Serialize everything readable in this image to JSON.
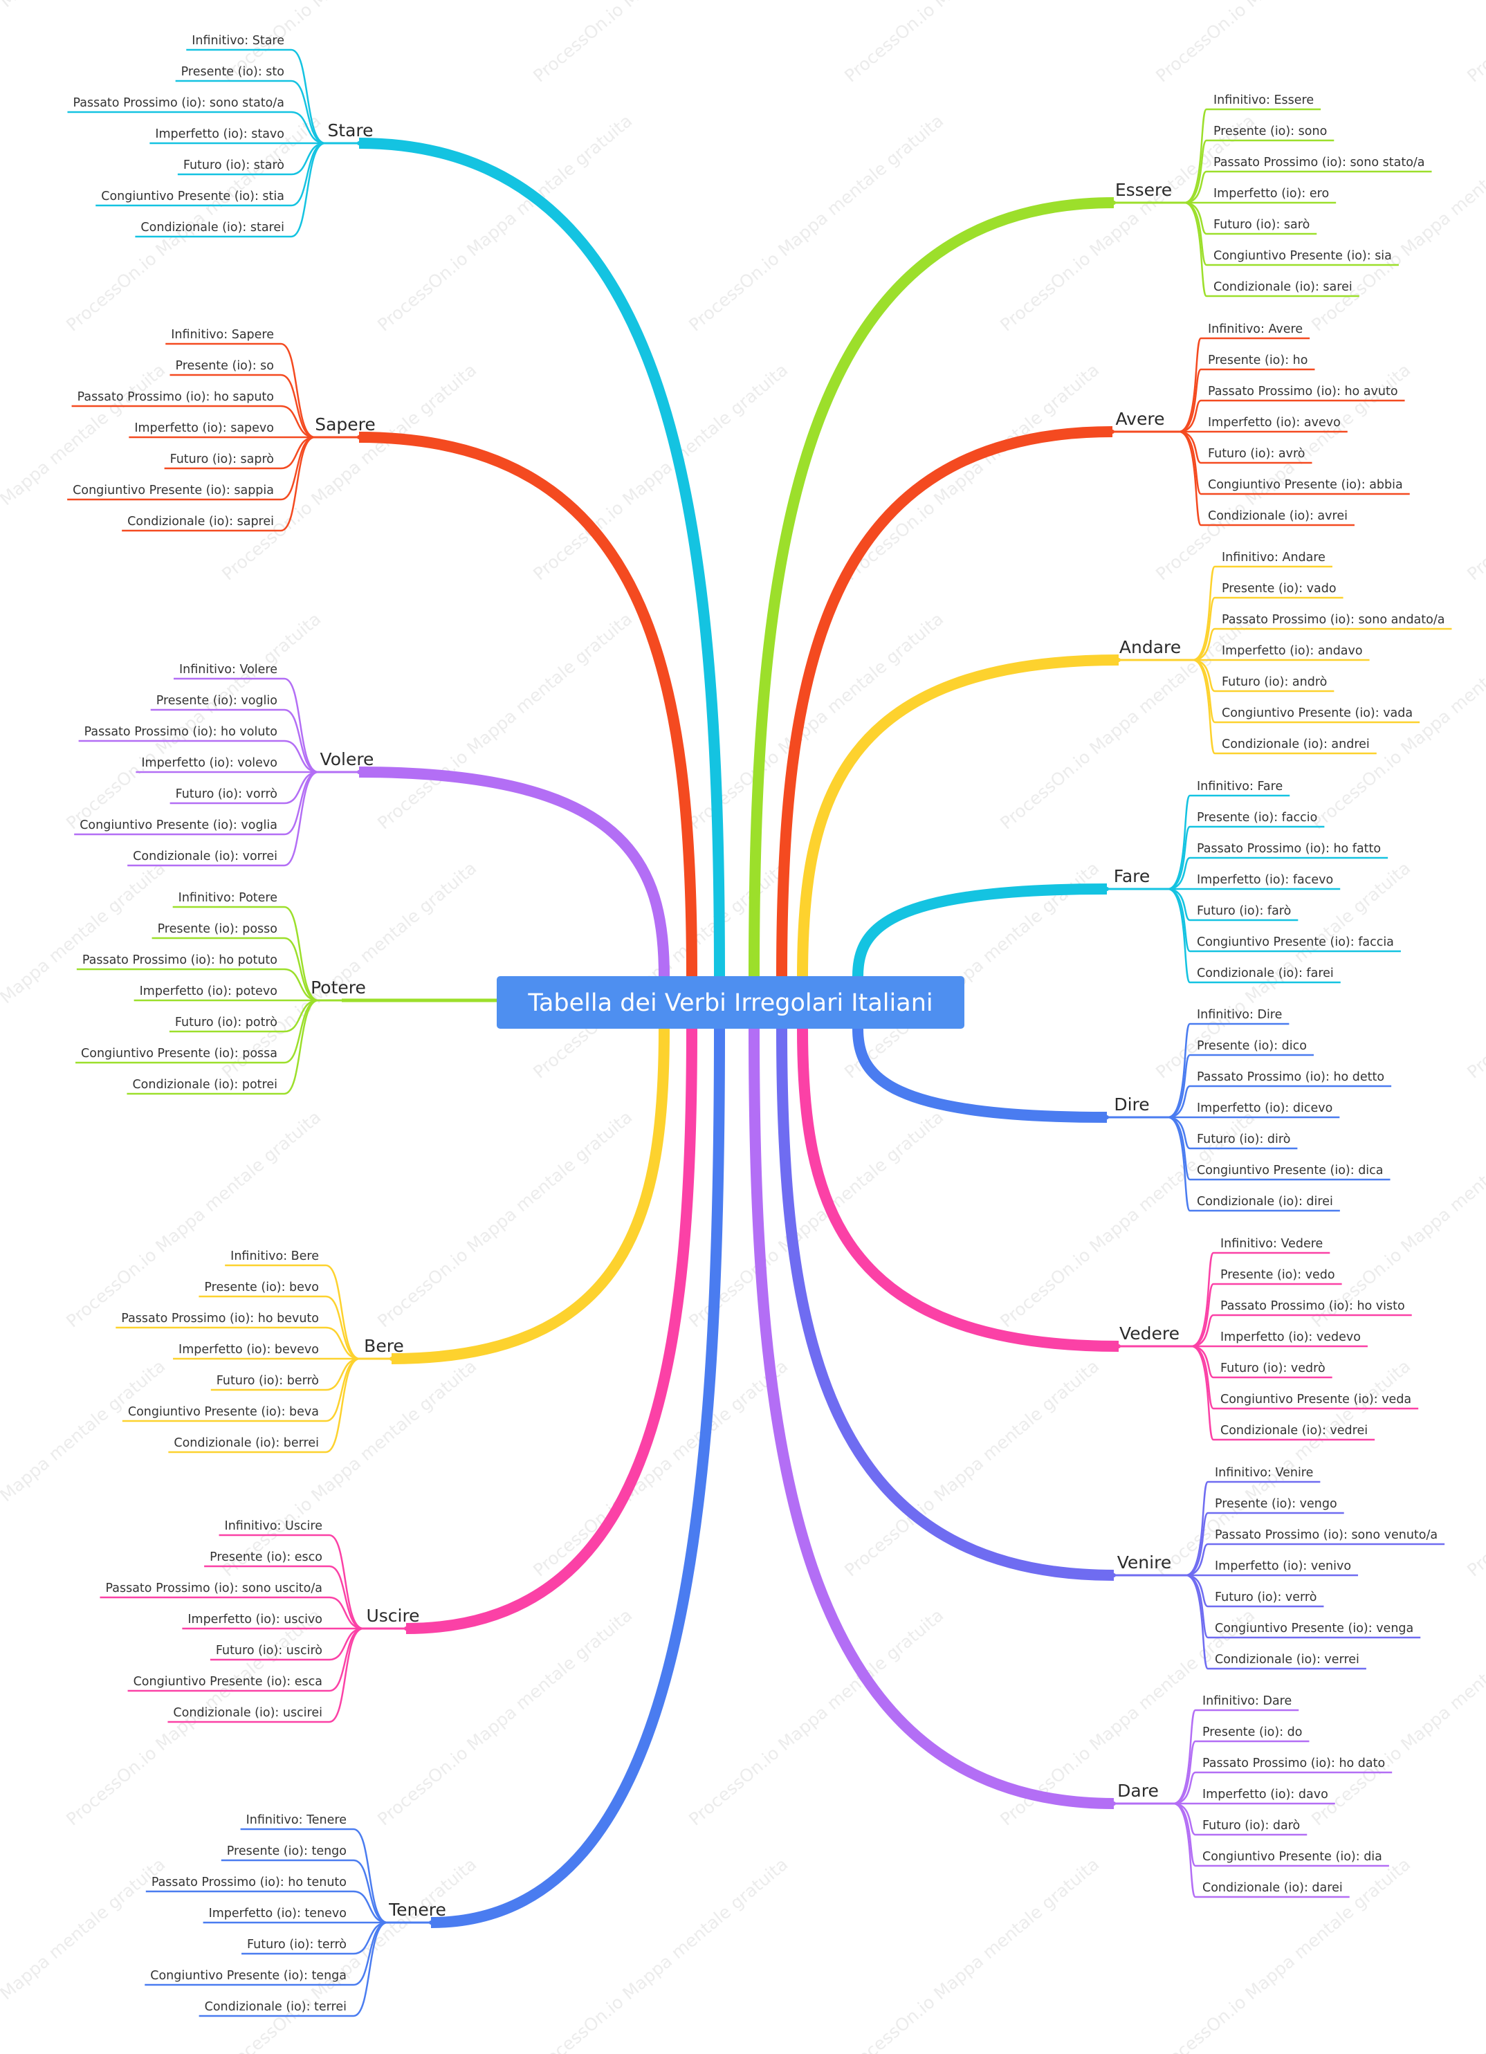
{
  "central_topic": "Tabella dei Verbi Irregolari Italiani",
  "watermark": "ProcessOn.io Mappa mentale gratuita",
  "colors": {
    "center_fill": "#4e8ff0",
    "center_text": "#ffffff",
    "lime": "#9cdf2b",
    "red": "#f44a20",
    "yellow": "#fdd22e",
    "cyan": "#14c3e1",
    "blue": "#4a7cf0",
    "pink": "#fb41a6",
    "indigo": "#6f6cf1",
    "purple": "#b36ef5"
  },
  "branches": [
    {
      "name": "Stare",
      "side": "left",
      "color": "#14c3e1",
      "items": [
        "Infinitivo: Stare",
        "Presente (io): sto",
        "Passato Prossimo (io): sono stato/a",
        "Imperfetto (io): stavo",
        "Futuro (io): starò",
        "Congiuntivo Presente (io): stia",
        "Condizionale (io): starei"
      ]
    },
    {
      "name": "Sapere",
      "side": "left",
      "color": "#f44a20",
      "items": [
        "Infinitivo: Sapere",
        "Presente (io): so",
        "Passato Prossimo (io): ho saputo",
        "Imperfetto (io): sapevo",
        "Futuro (io): saprò",
        "Congiuntivo Presente (io): sappia",
        "Condizionale (io): saprei"
      ]
    },
    {
      "name": "Volere",
      "side": "left",
      "color": "#b36ef5",
      "items": [
        "Infinitivo: Volere",
        "Presente (io): voglio",
        "Passato Prossimo (io): ho voluto",
        "Imperfetto (io): volevo",
        "Futuro (io): vorrò",
        "Congiuntivo Presente (io): voglia",
        "Condizionale (io): vorrei"
      ]
    },
    {
      "name": "Potere",
      "side": "left",
      "color": "#9cdf2b",
      "items": [
        "Infinitivo: Potere",
        "Presente (io): posso",
        "Passato Prossimo (io): ho potuto",
        "Imperfetto (io): potevo",
        "Futuro (io): potrò",
        "Congiuntivo Presente (io): possa",
        "Condizionale (io): potrei"
      ]
    },
    {
      "name": "Bere",
      "side": "left",
      "color": "#fdd22e",
      "items": [
        "Infinitivo: Bere",
        "Presente (io): bevo",
        "Passato Prossimo (io): ho bevuto",
        "Imperfetto (io): bevevo",
        "Futuro (io): berrò",
        "Congiuntivo Presente (io): beva",
        "Condizionale (io): berrei"
      ]
    },
    {
      "name": "Uscire",
      "side": "left",
      "color": "#fb41a6",
      "items": [
        "Infinitivo: Uscire",
        "Presente (io): esco",
        "Passato Prossimo (io): sono uscito/a",
        "Imperfetto (io): uscivo",
        "Futuro (io): uscirò",
        "Congiuntivo Presente (io): esca",
        "Condizionale (io): uscirei"
      ]
    },
    {
      "name": "Tenere",
      "side": "left",
      "color": "#4a7cf0",
      "items": [
        "Infinitivo: Tenere",
        "Presente (io): tengo",
        "Passato Prossimo (io): ho tenuto",
        "Imperfetto (io): tenevo",
        "Futuro (io): terrò",
        "Congiuntivo Presente (io): tenga",
        "Condizionale (io): terrei"
      ]
    },
    {
      "name": "Essere",
      "side": "right",
      "color": "#9cdf2b",
      "items": [
        "Infinitivo: Essere",
        "Presente (io): sono",
        "Passato Prossimo (io): sono stato/a",
        "Imperfetto (io): ero",
        "Futuro (io): sarò",
        "Congiuntivo Presente (io): sia",
        "Condizionale (io): sarei"
      ]
    },
    {
      "name": "Avere",
      "side": "right",
      "color": "#f44a20",
      "items": [
        "Infinitivo: Avere",
        "Presente (io): ho",
        "Passato Prossimo (io): ho avuto",
        "Imperfetto (io): avevo",
        "Futuro (io): avrò",
        "Congiuntivo Presente (io): abbia",
        "Condizionale (io): avrei"
      ]
    },
    {
      "name": "Andare",
      "side": "right",
      "color": "#fdd22e",
      "items": [
        "Infinitivo: Andare",
        "Presente (io): vado",
        "Passato Prossimo (io): sono andato/a",
        "Imperfetto (io): andavo",
        "Futuro (io): andrò",
        "Congiuntivo Presente (io): vada",
        "Condizionale (io): andrei"
      ]
    },
    {
      "name": "Fare",
      "side": "right",
      "color": "#14c3e1",
      "items": [
        "Infinitivo: Fare",
        "Presente (io): faccio",
        "Passato Prossimo (io): ho fatto",
        "Imperfetto (io): facevo",
        "Futuro (io): farò",
        "Congiuntivo Presente (io): faccia",
        "Condizionale (io): farei"
      ]
    },
    {
      "name": "Dire",
      "side": "right",
      "color": "#4a7cf0",
      "items": [
        "Infinitivo: Dire",
        "Presente (io): dico",
        "Passato Prossimo (io): ho detto",
        "Imperfetto (io): dicevo",
        "Futuro (io): dirò",
        "Congiuntivo Presente (io): dica",
        "Condizionale (io): direi"
      ]
    },
    {
      "name": "Vedere",
      "side": "right",
      "color": "#fb41a6",
      "items": [
        "Infinitivo: Vedere",
        "Presente (io): vedo",
        "Passato Prossimo (io): ho visto",
        "Imperfetto (io): vedevo",
        "Futuro (io): vedrò",
        "Congiuntivo Presente (io): veda",
        "Condizionale (io): vedrei"
      ]
    },
    {
      "name": "Venire",
      "side": "right",
      "color": "#6f6cf1",
      "items": [
        "Infinitivo: Venire",
        "Presente (io): vengo",
        "Passato Prossimo (io): sono venuto/a",
        "Imperfetto (io): venivo",
        "Futuro (io): verrò",
        "Congiuntivo Presente (io): venga",
        "Condizionale (io): verrei"
      ]
    },
    {
      "name": "Dare",
      "side": "right",
      "color": "#b36ef5",
      "items": [
        "Infinitivo: Dare",
        "Presente (io): do",
        "Passato Prossimo (io): ho dato",
        "Imperfetto (io): davo",
        "Futuro (io): darò",
        "Congiuntivo Presente (io): dia",
        "Condizionale (io): darei"
      ]
    }
  ]
}
